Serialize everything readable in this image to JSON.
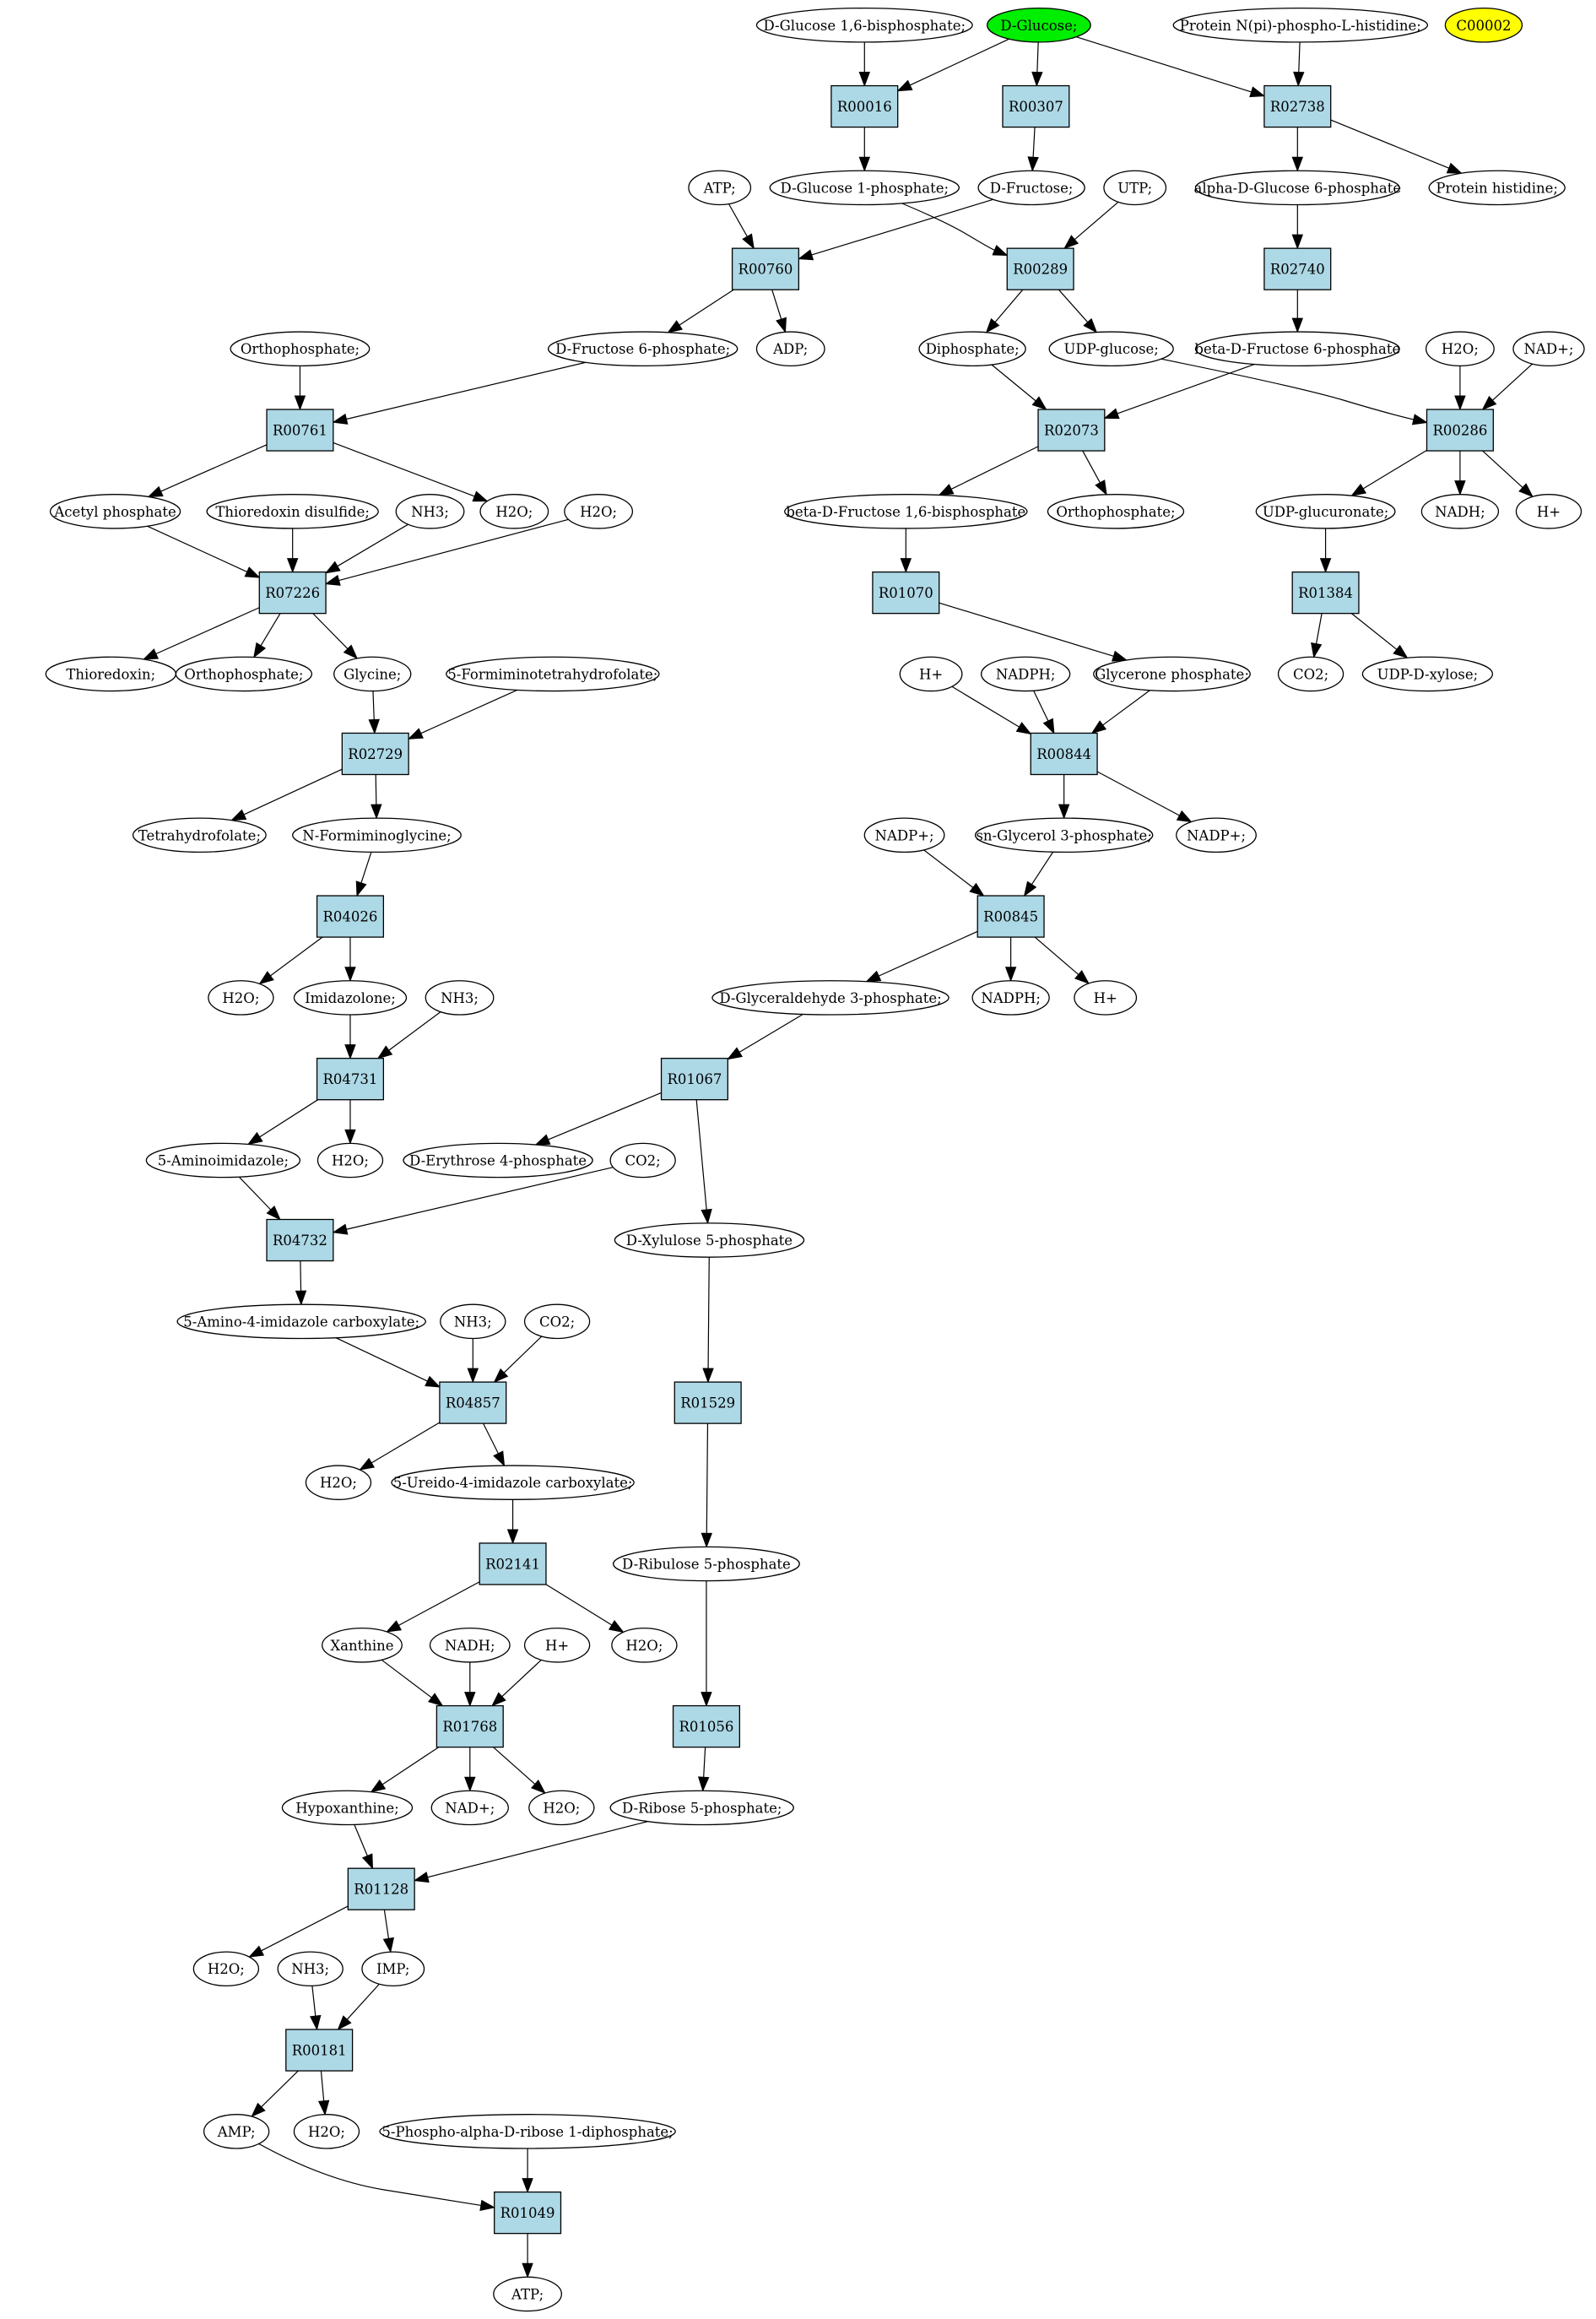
{
  "diagram": {
    "compounds": [
      {
        "id": "c1",
        "label": "D-Glucose 1,6-bisphosphate;"
      },
      {
        "id": "c2",
        "label": "D-Glucose;",
        "role": "start",
        "color": "#00ee00"
      },
      {
        "id": "c3",
        "label": "Protein N(pi)-phospho-L-histidine;"
      },
      {
        "id": "c4",
        "label": "C00002",
        "role": "target",
        "color": "#ffff00"
      },
      {
        "id": "c5",
        "label": "ATP;"
      },
      {
        "id": "c6",
        "label": "D-Glucose 1-phosphate;"
      },
      {
        "id": "c7",
        "label": "D-Fructose;"
      },
      {
        "id": "c8",
        "label": "UTP;"
      },
      {
        "id": "c9",
        "label": "alpha-D-Glucose 6-phosphate"
      },
      {
        "id": "c10",
        "label": "Protein histidine;"
      },
      {
        "id": "c11",
        "label": "Orthophosphate;"
      },
      {
        "id": "c12",
        "label": "D-Fructose 6-phosphate;"
      },
      {
        "id": "c13",
        "label": "ADP;"
      },
      {
        "id": "c14",
        "label": "Diphosphate;"
      },
      {
        "id": "c15",
        "label": "UDP-glucose;"
      },
      {
        "id": "c16",
        "label": "beta-D-Fructose 6-phosphate"
      },
      {
        "id": "c17",
        "label": "H2O;"
      },
      {
        "id": "c18",
        "label": "NAD+;"
      },
      {
        "id": "c19",
        "label": "Acetyl phosphate"
      },
      {
        "id": "c20",
        "label": "Thioredoxin disulfide;"
      },
      {
        "id": "c21",
        "label": "NH3;"
      },
      {
        "id": "c22",
        "label": "H2O;"
      },
      {
        "id": "c23",
        "label": "H2O;"
      },
      {
        "id": "c24",
        "label": "beta-D-Fructose 1,6-bisphosphate"
      },
      {
        "id": "c25",
        "label": "Orthophosphate;"
      },
      {
        "id": "c26",
        "label": "UDP-glucuronate;"
      },
      {
        "id": "c27",
        "label": "NADH;"
      },
      {
        "id": "c28",
        "label": "H+"
      },
      {
        "id": "c29",
        "label": "Thioredoxin;"
      },
      {
        "id": "c30",
        "label": "Orthophosphate;"
      },
      {
        "id": "c31",
        "label": "Glycine;"
      },
      {
        "id": "c32",
        "label": "5-Formiminotetrahydrofolate;"
      },
      {
        "id": "c33",
        "label": "H+"
      },
      {
        "id": "c34",
        "label": "NADPH;"
      },
      {
        "id": "c35",
        "label": "Glycerone phosphate;"
      },
      {
        "id": "c36",
        "label": "CO2;"
      },
      {
        "id": "c37",
        "label": "UDP-D-xylose;"
      },
      {
        "id": "c38",
        "label": "Tetrahydrofolate;"
      },
      {
        "id": "c39",
        "label": "N-Formiminoglycine;"
      },
      {
        "id": "c40",
        "label": "NADP+;"
      },
      {
        "id": "c41",
        "label": "sn-Glycerol 3-phosphate;"
      },
      {
        "id": "c42",
        "label": "NADP+;"
      },
      {
        "id": "c43",
        "label": "H2O;"
      },
      {
        "id": "c44",
        "label": "Imidazolone;"
      },
      {
        "id": "c45",
        "label": "NH3;"
      },
      {
        "id": "c46",
        "label": "D-Glyceraldehyde 3-phosphate;"
      },
      {
        "id": "c47",
        "label": "NADPH;"
      },
      {
        "id": "c48",
        "label": "H+"
      },
      {
        "id": "c49",
        "label": "5-Aminoimidazole;"
      },
      {
        "id": "c50",
        "label": "H2O;"
      },
      {
        "id": "c51",
        "label": "D-Erythrose 4-phosphate"
      },
      {
        "id": "c52",
        "label": "CO2;"
      },
      {
        "id": "c53",
        "label": "D-Xylulose 5-phosphate"
      },
      {
        "id": "c54",
        "label": "5-Amino-4-imidazole carboxylate;"
      },
      {
        "id": "c55",
        "label": "NH3;"
      },
      {
        "id": "c56",
        "label": "CO2;"
      },
      {
        "id": "c57",
        "label": "H2O;"
      },
      {
        "id": "c58",
        "label": "5-Ureido-4-imidazole carboxylate;"
      },
      {
        "id": "c59",
        "label": "D-Ribulose 5-phosphate"
      },
      {
        "id": "c60",
        "label": "Xanthine"
      },
      {
        "id": "c61",
        "label": "NADH;"
      },
      {
        "id": "c62",
        "label": "H+"
      },
      {
        "id": "c63",
        "label": "H2O;"
      },
      {
        "id": "c64",
        "label": "Hypoxanthine;"
      },
      {
        "id": "c65",
        "label": "NAD+;"
      },
      {
        "id": "c66",
        "label": "H2O;"
      },
      {
        "id": "c67",
        "label": "D-Ribose 5-phosphate;"
      },
      {
        "id": "c68",
        "label": "H2O;"
      },
      {
        "id": "c69",
        "label": "NH3;"
      },
      {
        "id": "c70",
        "label": "IMP;"
      },
      {
        "id": "c71",
        "label": "AMP;"
      },
      {
        "id": "c72",
        "label": "H2O;"
      },
      {
        "id": "c73",
        "label": "5-Phospho-alpha-D-ribose 1-diphosphate;"
      },
      {
        "id": "c74",
        "label": "ATP;"
      }
    ],
    "reactions": [
      {
        "id": "r1",
        "label": "R00016"
      },
      {
        "id": "r2",
        "label": "R00307"
      },
      {
        "id": "r3",
        "label": "R02738"
      },
      {
        "id": "r4",
        "label": "R00760"
      },
      {
        "id": "r5",
        "label": "R00289"
      },
      {
        "id": "r6",
        "label": "R02740"
      },
      {
        "id": "r7",
        "label": "R00761"
      },
      {
        "id": "r8",
        "label": "R02073"
      },
      {
        "id": "r9",
        "label": "R00286"
      },
      {
        "id": "r10",
        "label": "R07226"
      },
      {
        "id": "r11",
        "label": "R01070"
      },
      {
        "id": "r12",
        "label": "R01384"
      },
      {
        "id": "r13",
        "label": "R02729"
      },
      {
        "id": "r14",
        "label": "R00844"
      },
      {
        "id": "r15",
        "label": "R04026"
      },
      {
        "id": "r16",
        "label": "R00845"
      },
      {
        "id": "r17",
        "label": "R04731"
      },
      {
        "id": "r18",
        "label": "R01067"
      },
      {
        "id": "r19",
        "label": "R04732"
      },
      {
        "id": "r20",
        "label": "R04857"
      },
      {
        "id": "r21",
        "label": "R01529"
      },
      {
        "id": "r22",
        "label": "R02141"
      },
      {
        "id": "r23",
        "label": "R01768"
      },
      {
        "id": "r24",
        "label": "R01056"
      },
      {
        "id": "r25",
        "label": "R01128"
      },
      {
        "id": "r26",
        "label": "R00181"
      },
      {
        "id": "r27",
        "label": "R01049"
      }
    ]
  }
}
